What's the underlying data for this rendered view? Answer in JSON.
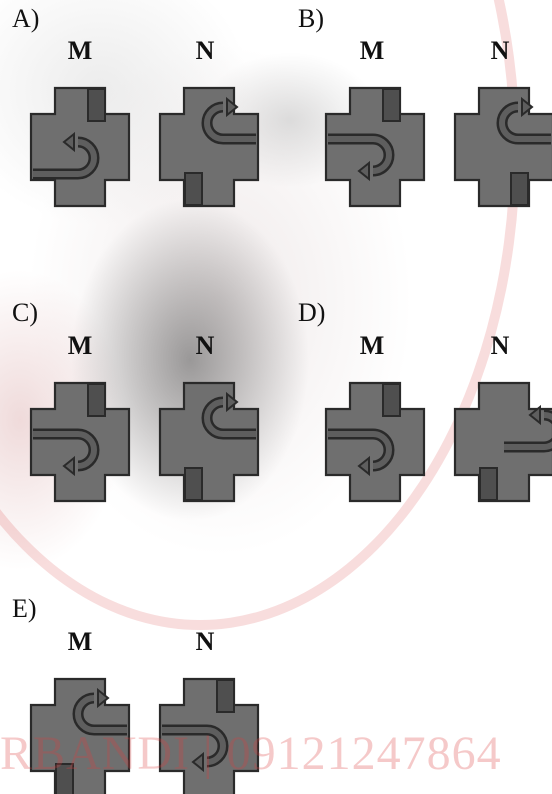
{
  "options": [
    {
      "key": "A",
      "label": "A)",
      "m": "M",
      "n": "N"
    },
    {
      "key": "B",
      "label": "B)",
      "m": "M",
      "n": "N"
    },
    {
      "key": "C",
      "label": "C)",
      "m": "M",
      "n": "N"
    },
    {
      "key": "D",
      "label": "D)",
      "m": "M",
      "n": "N"
    },
    {
      "key": "E",
      "label": "E)",
      "m": "M",
      "n": "N"
    }
  ],
  "watermark": "RBANDI | 09121247864",
  "colors": {
    "piece_fill": "#6f6f6f",
    "piece_stroke": "#2a2a2a",
    "tab_fill": "#4f4f4f",
    "arrow_fill": "#5e5e5e"
  }
}
